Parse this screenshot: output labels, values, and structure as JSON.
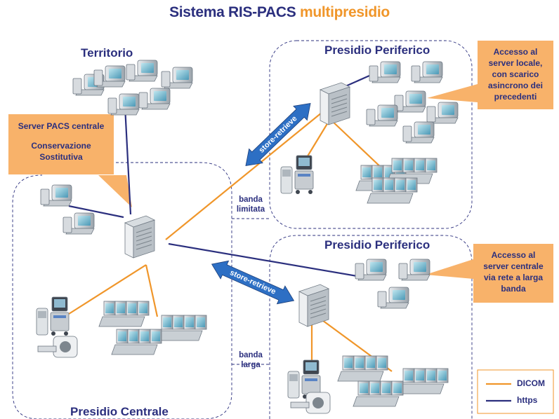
{
  "title": {
    "part1": "Sistema RIS-PACS",
    "part2": "multipresidio"
  },
  "labels": {
    "territorio": "Territorio",
    "presidio_periferico_top": "Presidio Periferico",
    "presidio_periferico_bottom": "Presidio Periferico",
    "presidio_centrale": "Presidio Centrale",
    "banda_limitata_1": "banda",
    "banda_limitata_2": "limitata",
    "banda_larga_1": "banda",
    "banda_larga_2": "larga",
    "store_retrieve_top": "store-retrieve",
    "store_retrieve_bottom": "store-retrieve"
  },
  "callouts": {
    "server_pacs": {
      "line1": "Server PACS centrale",
      "line2": "Conservazione",
      "line3": "Sostitutiva"
    },
    "server_locale": {
      "line1": "Accesso al",
      "line2": "server locale,",
      "line3": "con scarico",
      "line4": "asincrono dei",
      "line5": "precedenti"
    },
    "server_centrale": {
      "line1": "Accesso al",
      "line2": "server centrale",
      "line3": "via rete a larga",
      "line4": "banda"
    }
  },
  "legend": {
    "dicom": "DICOM",
    "https": "https"
  },
  "colors": {
    "dicom": "#f0962a",
    "https": "#2b2f7e",
    "callout_fill": "#f8b26a",
    "arrow_fill": "#2d6fc4",
    "boundary": "#2b2f7e"
  }
}
